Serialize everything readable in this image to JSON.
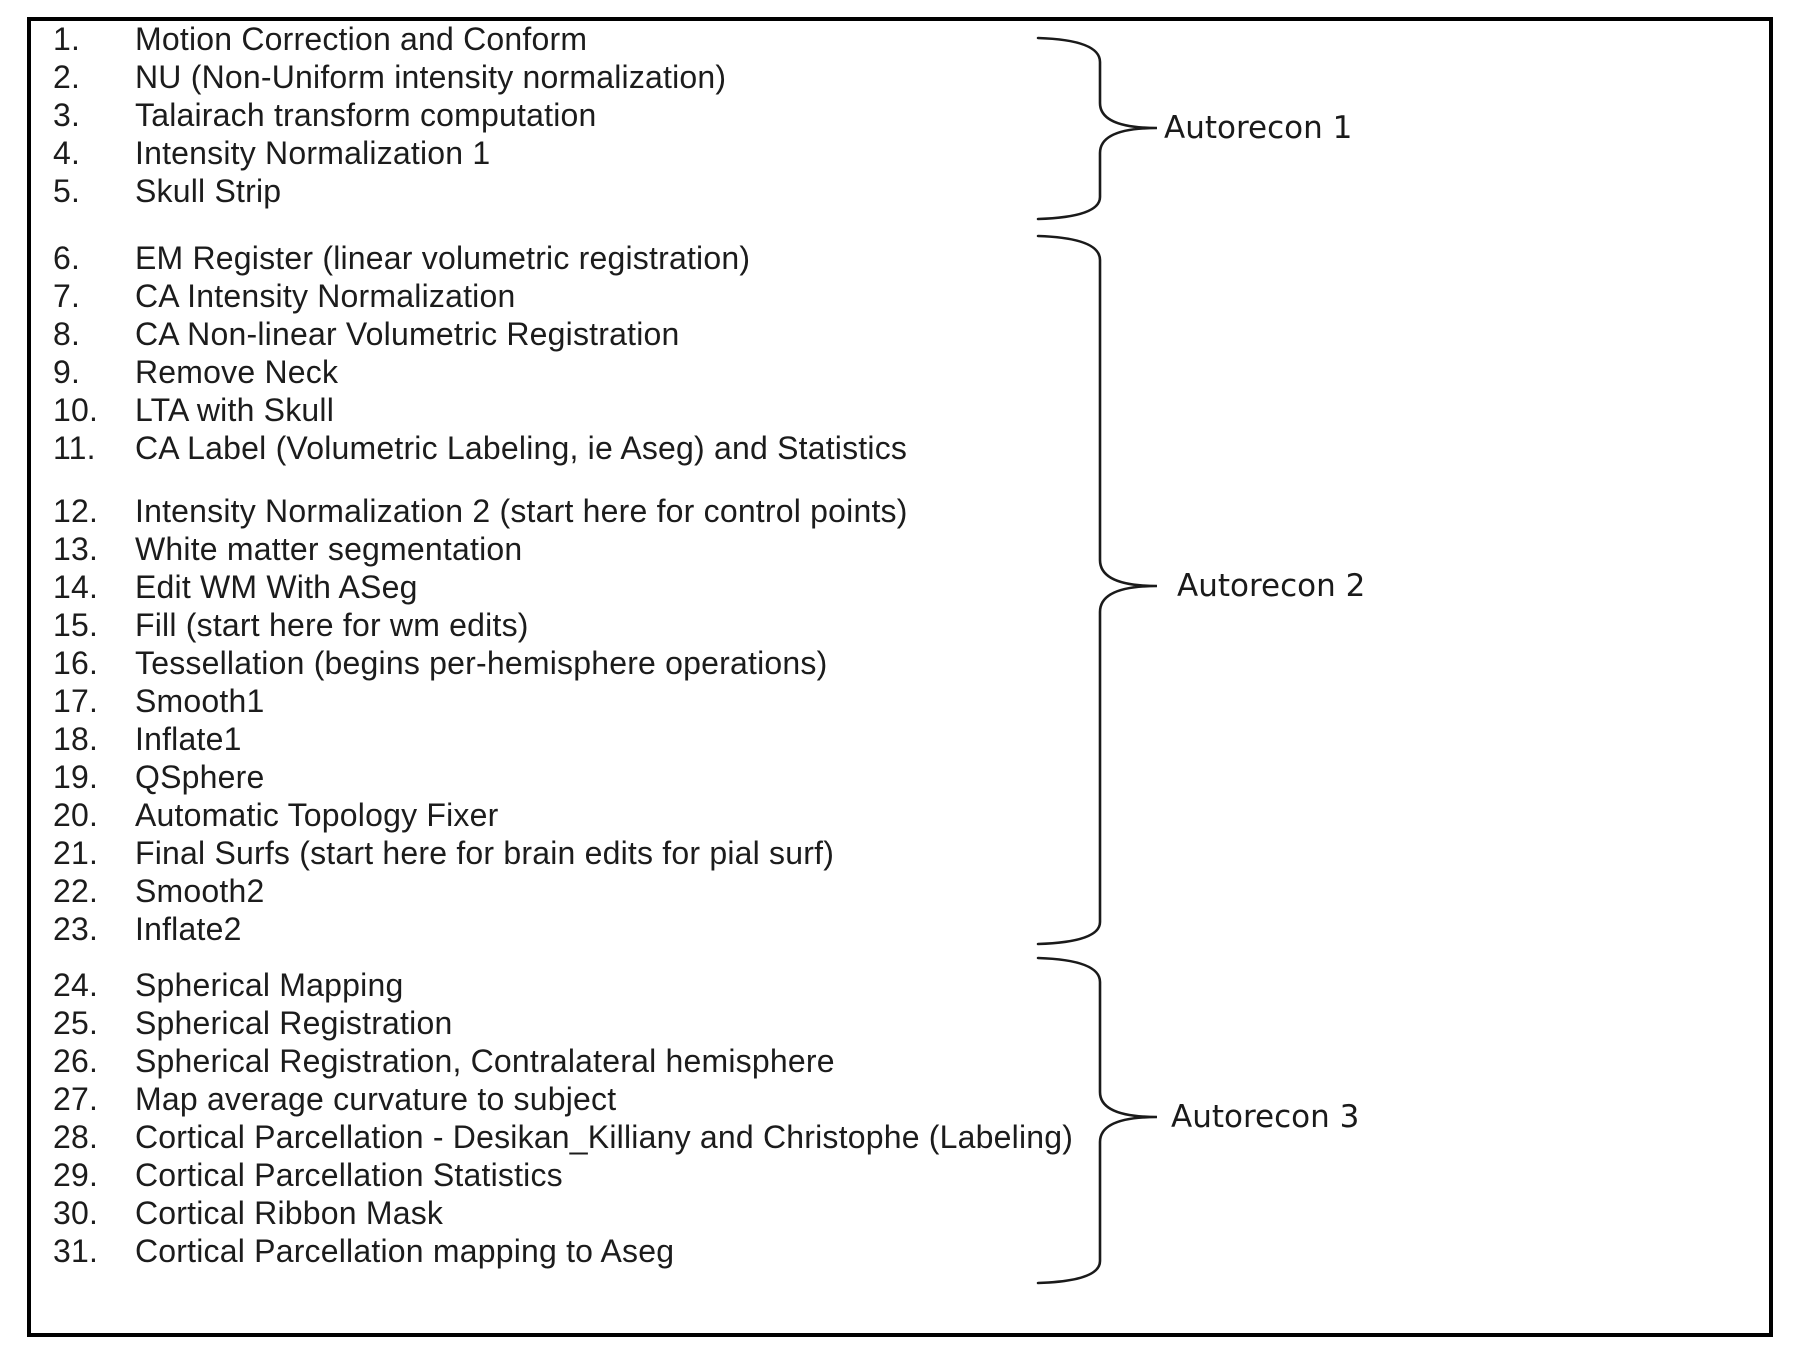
{
  "colors": {
    "background": "#ffffff",
    "border": "#000000",
    "text": "#1c1c1c",
    "brace": "#1a1a1a"
  },
  "groups": [
    {
      "label": "Autorecon 1",
      "blocks": [
        [
          {
            "num": "1.",
            "text": "Motion Correction and Conform"
          },
          {
            "num": "2.",
            "text": "NU (Non-Uniform intensity normalization)"
          },
          {
            "num": "3.",
            "text": "Talairach transform computation"
          },
          {
            "num": "4.",
            "text": "Intensity Normalization 1"
          },
          {
            "num": "5.",
            "text": "Skull Strip"
          }
        ]
      ]
    },
    {
      "label": "Autorecon 2",
      "blocks": [
        [
          {
            "num": "6.",
            "text": "EM Register (linear volumetric registration)"
          },
          {
            "num": "7.",
            "text": "CA Intensity Normalization"
          },
          {
            "num": "8.",
            "text": "CA Non-linear Volumetric Registration"
          },
          {
            "num": "9.",
            "text": "Remove Neck"
          },
          {
            "num": "10.",
            "text": "LTA with Skull"
          },
          {
            "num": "11.",
            "text": "CA Label (Volumetric Labeling, ie Aseg) and Statistics"
          }
        ],
        [
          {
            "num": "12.",
            "text": "Intensity Normalization 2 (start here for control points)"
          },
          {
            "num": "13.",
            "text": "White matter segmentation"
          },
          {
            "num": "14.",
            "text": "Edit WM With ASeg"
          },
          {
            "num": "15.",
            "text": "Fill (start here for wm edits)"
          },
          {
            "num": "16.",
            "text": "Tessellation (begins per-hemisphere operations)"
          },
          {
            "num": "17.",
            "text": "Smooth1"
          },
          {
            "num": "18.",
            "text": "Inflate1"
          },
          {
            "num": "19.",
            "text": "QSphere"
          },
          {
            "num": "20.",
            "text": "Automatic Topology Fixer"
          },
          {
            "num": "21.",
            "text": "Final Surfs (start here for brain edits for pial surf)"
          },
          {
            "num": "22.",
            "text": "Smooth2"
          },
          {
            "num": "23.",
            "text": "Inflate2"
          }
        ]
      ]
    },
    {
      "label": "Autorecon 3",
      "blocks": [
        [
          {
            "num": "24.",
            "text": "Spherical Mapping"
          },
          {
            "num": "25.",
            "text": "Spherical Registration"
          },
          {
            "num": "26.",
            "text": "Spherical Registration, Contralateral hemisphere"
          },
          {
            "num": "27.",
            "text": "Map average curvature to subject"
          },
          {
            "num": "28.",
            "text": "Cortical Parcellation - Desikan_Killiany and Christophe (Labeling)"
          },
          {
            "num": "29.",
            "text": "Cortical Parcellation Statistics"
          },
          {
            "num": "30.",
            "text": "Cortical Ribbon Mask"
          },
          {
            "num": "31.",
            "text": "Cortical Parcellation mapping to Aseg"
          }
        ]
      ]
    }
  ]
}
